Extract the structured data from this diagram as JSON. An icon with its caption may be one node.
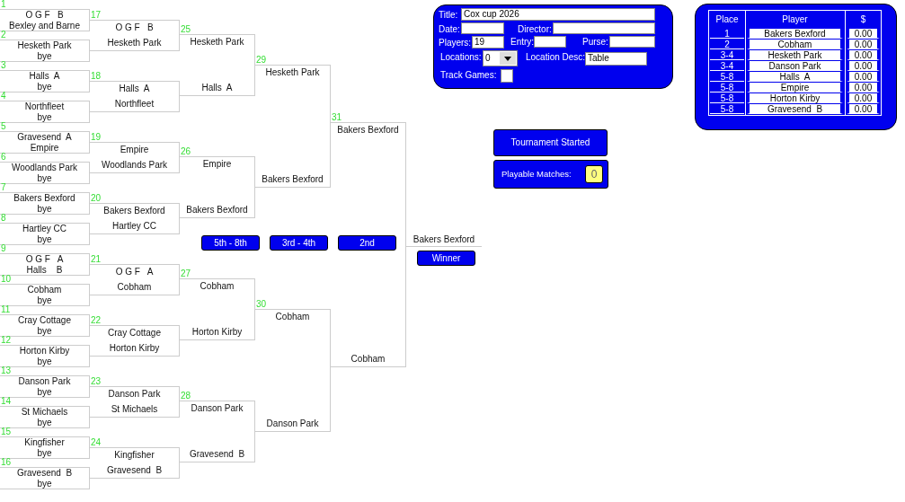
{
  "diagram": {
    "nodes": [
      {
        "text": [
          "O G F   B",
          "Bexley and Barne"
        ],
        "beside": [
          "1"
        ]
      },
      {
        "text": [
          "Hesketh Park",
          "bye"
        ],
        "beside": [
          "2"
        ]
      },
      {
        "text": [
          "Halls  A",
          "bye"
        ],
        "beside": [
          "3"
        ]
      },
      {
        "text": [
          "Northfleet",
          "bye"
        ],
        "beside": [
          "4"
        ]
      },
      {
        "text": [
          "Gravesend  A",
          "Empire"
        ],
        "beside": [
          "5"
        ]
      },
      {
        "text": [
          "Woodlands Park",
          "bye"
        ],
        "beside": [
          "6"
        ]
      },
      {
        "text": [
          "Bakers Bexford",
          "bye"
        ],
        "beside": [
          "7"
        ]
      },
      {
        "text": [
          "Hartley CC",
          "bye"
        ],
        "beside": [
          "8"
        ]
      },
      {
        "text": [
          "O G F   A",
          "Halls    B"
        ],
        "beside": [
          "9"
        ]
      },
      {
        "text": [
          "Cobham",
          "bye"
        ],
        "beside": [
          "10"
        ]
      },
      {
        "text": [
          "Cray Cottage",
          "bye"
        ],
        "beside": [
          "11"
        ]
      },
      {
        "text": [
          "Horton Kirby",
          "bye"
        ],
        "beside": [
          "12"
        ]
      },
      {
        "text": [
          "Danson Park",
          "bye"
        ],
        "beside": [
          "13"
        ]
      },
      {
        "text": [
          "St Michaels",
          "bye"
        ],
        "beside": [
          "14"
        ]
      },
      {
        "text": [
          "Kingfisher",
          "bye"
        ],
        "beside": [
          "15"
        ]
      },
      {
        "text": [
          "Gravesend  B",
          "bye"
        ],
        "beside": [
          "16"
        ]
      },
      {
        "text": [
          "O G F   B",
          "Hesketh Park"
        ],
        "beside": [
          "17"
        ]
      },
      {
        "text": [
          "Halls  A",
          "Northfleet"
        ],
        "beside": [
          "18"
        ]
      },
      {
        "text": [
          "Empire",
          "Woodlands Park"
        ],
        "beside": [
          "19"
        ]
      },
      {
        "text": [
          "Bakers Bexford",
          "Hartley CC"
        ],
        "beside": [
          "20"
        ]
      },
      {
        "text": [
          "O G F   A",
          "Cobham"
        ],
        "beside": [
          "21"
        ]
      },
      {
        "text": [
          "Cray Cottage",
          "Horton Kirby"
        ],
        "beside": [
          "22"
        ]
      },
      {
        "text": [
          "Danson Park",
          "St Michaels"
        ],
        "beside": [
          "23"
        ]
      },
      {
        "text": [
          "Kingfisher",
          "Gravesend  B"
        ],
        "beside": [
          "24"
        ]
      },
      {
        "text": [
          "Hesketh Park",
          "Halls  A"
        ],
        "beside": [
          "25"
        ]
      },
      {
        "text": [
          "Empire",
          "Bakers Bexford"
        ],
        "beside": [
          "26"
        ]
      },
      {
        "text": [
          "Cobham",
          "Horton Kirby"
        ],
        "beside": [
          "27"
        ]
      },
      {
        "text": [
          "Danson Park",
          "Gravesend  B"
        ],
        "beside": [
          "28"
        ]
      },
      {
        "text": [
          "Hesketh Park",
          "Bakers Bexford"
        ],
        "beside": [
          "29"
        ]
      },
      {
        "text": [
          "Cobham",
          "Danson Park"
        ],
        "beside": [
          "30"
        ]
      },
      {
        "text": [
          "Bakers Bexford",
          "Cobham"
        ],
        "beside": [
          "31"
        ]
      },
      {
        "text": [
          "Bakers Bexford"
        ]
      }
    ],
    "labels": [
      "Title:",
      "Cox cup 2026",
      "Date:",
      "Director:",
      "Players:",
      "19",
      "Entry:",
      "Purse:",
      "Locations:",
      "0",
      "Location Desc:",
      "Table",
      "Track Games:",
      "Tournament Started",
      "Playable Matches:",
      "0",
      "Place",
      "Player",
      "$",
      "1",
      "Bakers Bexford",
      "0.00",
      "2",
      "Cobham",
      "0.00",
      "3-4",
      "Hesketh Park",
      "0.00",
      "3-4",
      "Danson Park",
      "0.00",
      "5-8",
      "Halls  A",
      "0.00",
      "5-8",
      "Empire",
      "0.00",
      "5-8",
      "Horton Kirby",
      "0.00",
      "5-8",
      "Gravesend  B",
      "0.00",
      "5th - 8th",
      "3rd - 4th",
      "2nd",
      "Winner"
    ]
  }
}
